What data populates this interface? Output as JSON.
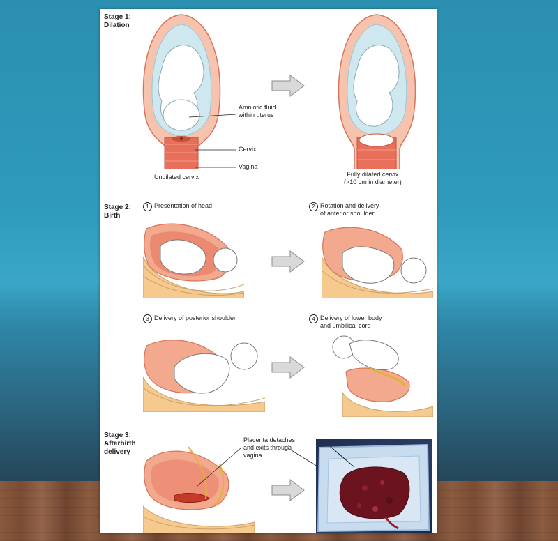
{
  "stage1": {
    "title_line1": "Stage 1:",
    "title_line2": "Dilation",
    "label_amniotic_line1": "Amniotic fluid",
    "label_amniotic_line2": "within uterus",
    "label_cervix": "Cervix",
    "label_vagina": "Vagina",
    "caption_left": "Undilated cervix",
    "caption_right_line1": "Fully dilated cervix",
    "caption_right_line2": "(>10 cm in diameter)"
  },
  "stage2": {
    "title_line1": "Stage 2:",
    "title_line2": "Birth",
    "steps": [
      {
        "num": "1",
        "line1": "Presentation of head",
        "line2": ""
      },
      {
        "num": "2",
        "line1": "Rotation and delivery",
        "line2": "of anterior shoulder"
      },
      {
        "num": "3",
        "line1": "Delivery of posterior shoulder",
        "line2": ""
      },
      {
        "num": "4",
        "line1": "Delivery of lower body",
        "line2": "and umbilical cord"
      }
    ]
  },
  "stage3": {
    "title_line1": "Stage 3:",
    "title_line2": "Afterbirth",
    "title_line3": "delivery",
    "label_placenta_line1": "Placenta detaches",
    "label_placenta_line2": "and exits through",
    "label_placenta_line3": "vagina"
  },
  "colors": {
    "uterus": "#f2a98e",
    "uterus_dark": "#d9735a",
    "fluid": "#cfe7ee",
    "fetus": "#ffffff",
    "arrow": "#d9d9d9",
    "placenta": "#6b1420",
    "tray": "#b9d2ea"
  }
}
